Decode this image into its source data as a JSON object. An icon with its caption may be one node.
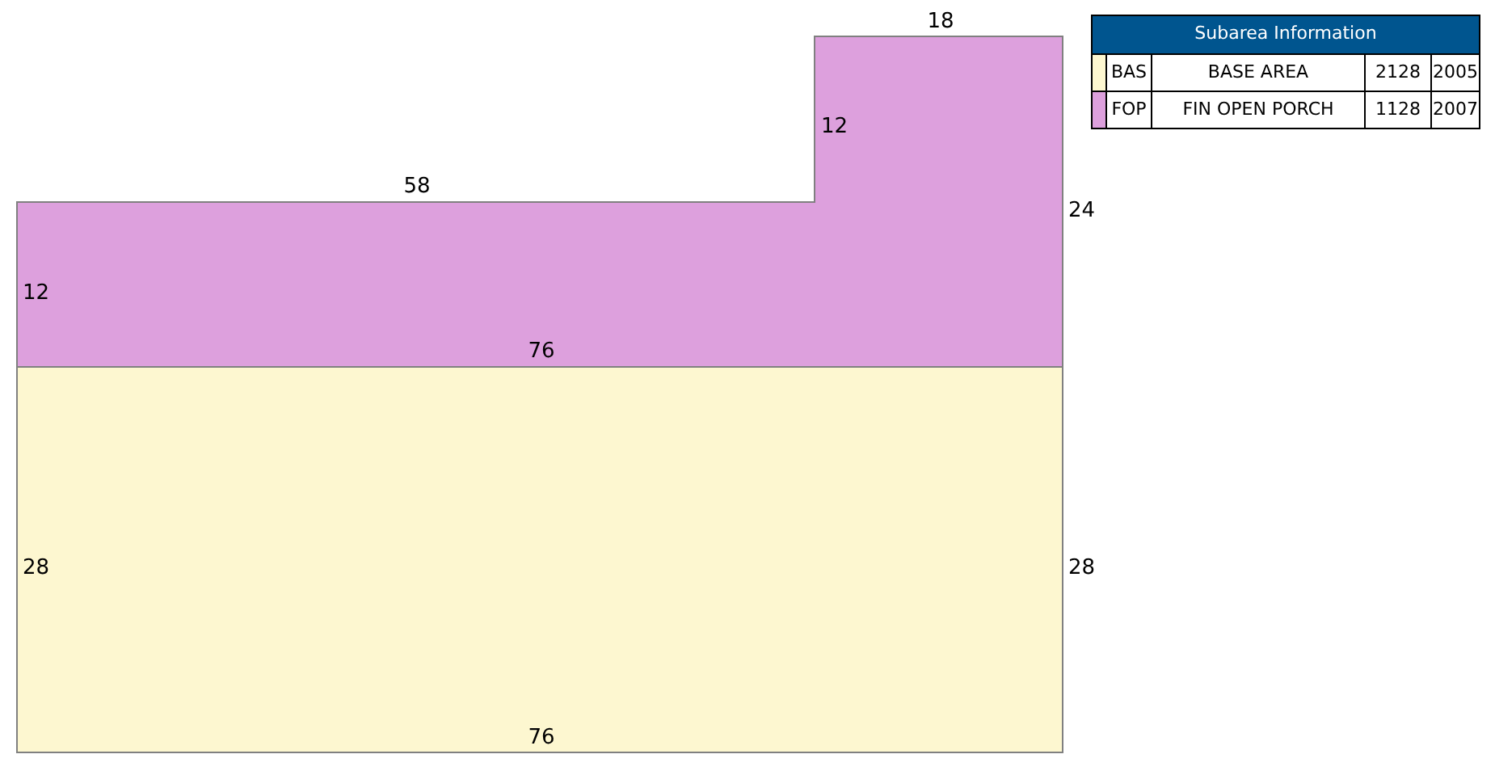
{
  "diagram": {
    "title": "Subarea Information",
    "nodes": [
      {
        "text": [],
        "shape": "polygon"
      },
      {
        "text": [],
        "shape": "box"
      }
    ],
    "labels": [
      "18",
      "12",
      "58",
      "24",
      "12",
      "76",
      "28",
      "28",
      "76",
      "BASE AREA",
      "2128",
      "2005",
      "FIN OPEN PORCH",
      "1128",
      "2007"
    ],
    "legend": [
      {
        "text": "BAS",
        "color": "#fdf7d0"
      },
      {
        "text": "FOP",
        "color": "#dda0dd"
      }
    ]
  }
}
